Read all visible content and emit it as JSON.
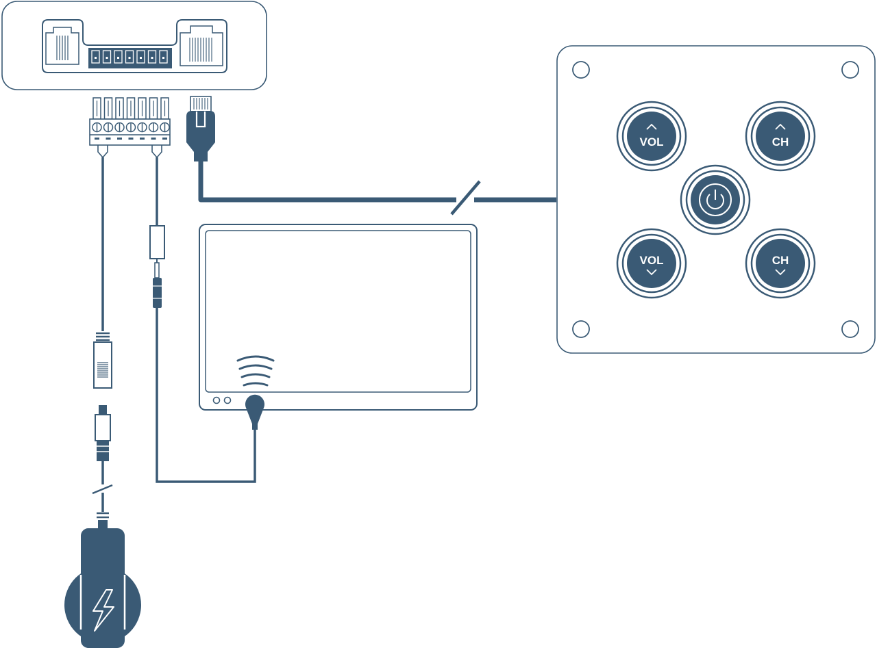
{
  "colors": {
    "primary": "#3a5a75",
    "background": "#ffffff",
    "icon_text": "#ffffff"
  },
  "keypad": {
    "buttons": [
      {
        "id": "vol-up",
        "label": "VOL",
        "arrow": "up",
        "icon": "chevron-up-icon"
      },
      {
        "id": "ch-up",
        "label": "CH",
        "arrow": "up",
        "icon": "chevron-up-icon"
      },
      {
        "id": "power",
        "label": "",
        "icon": "power-icon"
      },
      {
        "id": "vol-down",
        "label": "VOL",
        "arrow": "down",
        "icon": "chevron-down-icon"
      },
      {
        "id": "ch-down",
        "label": "CH",
        "arrow": "down",
        "icon": "chevron-down-icon"
      }
    ]
  },
  "components": {
    "controller": {
      "icon": "controller-box-icon",
      "ports": [
        "rj-port-icon",
        "terminal-block-icon",
        "rj-port-icon"
      ]
    },
    "tv": {
      "icon": "tv-display-icon"
    },
    "ir_emitter": {
      "icon": "ir-emitter-icon"
    },
    "power_supply": {
      "icon": "power-supply-icon",
      "symbol": "lightning-bolt-icon"
    }
  }
}
